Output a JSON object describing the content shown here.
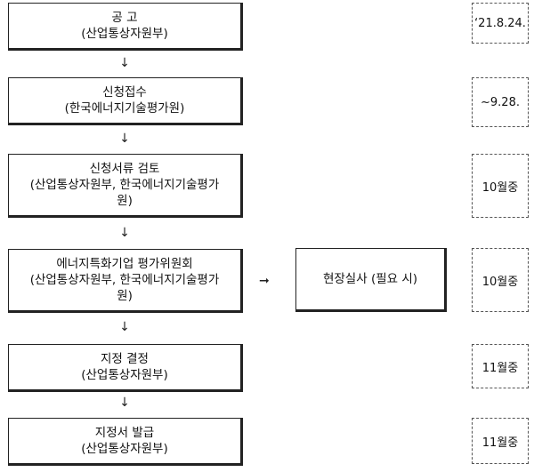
{
  "steps": [
    {
      "title": "공 고",
      "agency": "(산업통상자원부)",
      "date": "‘21.8.24."
    },
    {
      "title": "신청접수",
      "agency": "(한국에너지기술평가원)",
      "date": "~9.28."
    },
    {
      "title": "신청서류 검토",
      "agency_line1": "(산업통상자원부, 한국에너지기술평가",
      "agency_line2": "원)",
      "date": "10월중"
    },
    {
      "title": "에너지특화기업 평가위원회",
      "agency_line1": "(산업통상자원부, 한국에너지기술평가",
      "agency_line2": "원)",
      "date": "10월중"
    },
    {
      "title": "지정 결정",
      "agency": "(산업통상자원부)",
      "date": "11월중"
    },
    {
      "title": "지정서 발급",
      "agency": "(산업통상자원부)",
      "date": "11월중"
    }
  ],
  "side_step": {
    "label": "현장실사 (필요 시)"
  },
  "arrow_down_glyph": "↓",
  "arrow_right_glyph": "➞"
}
